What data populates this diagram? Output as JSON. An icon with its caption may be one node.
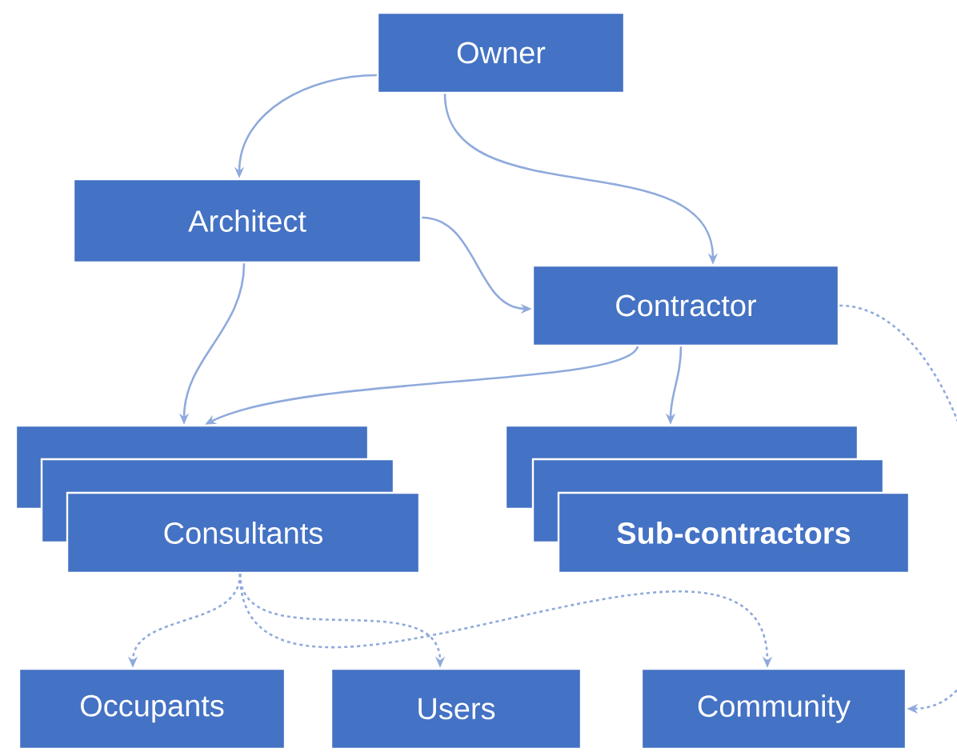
{
  "diagram": {
    "nodes": [
      {
        "text": [
          "Owner"
        ]
      },
      {
        "text": [
          "Architect"
        ]
      },
      {
        "text": [
          "Contractor"
        ]
      },
      {
        "text": [],
        "shape": "box"
      },
      {
        "text": [],
        "shape": "box"
      },
      {
        "text": [
          "Consultants"
        ]
      },
      {
        "text": [],
        "shape": "box"
      },
      {
        "text": [],
        "shape": "box"
      },
      {
        "text": [
          "Sub-contractors"
        ]
      },
      {
        "text": [
          "Occupants"
        ]
      },
      {
        "text": [
          "Users"
        ]
      },
      {
        "text": [
          "Community"
        ]
      }
    ],
    "edges": [
      {
        "from": 0,
        "to": 1,
        "arrow": "to"
      },
      {
        "from": 0,
        "to": 2,
        "arrow": "to"
      },
      {
        "from": 1,
        "to": 2,
        "arrow": "to"
      },
      {
        "from": 1,
        "to": 3,
        "arrow": "to"
      },
      {
        "from": 2,
        "to": 3,
        "arrow": "to"
      },
      {
        "from": 2,
        "to": 6,
        "arrow": "to"
      },
      {
        "from": 2,
        "to": 11,
        "arrow": "to",
        "style": "dashed"
      },
      {
        "from": 5,
        "to": 9,
        "arrow": "to",
        "style": "dashed"
      },
      {
        "from": 5,
        "to": 10,
        "arrow": "to",
        "style": "dashed"
      },
      {
        "from": 5,
        "to": 11,
        "arrow": "to",
        "style": "dashed"
      }
    ]
  }
}
